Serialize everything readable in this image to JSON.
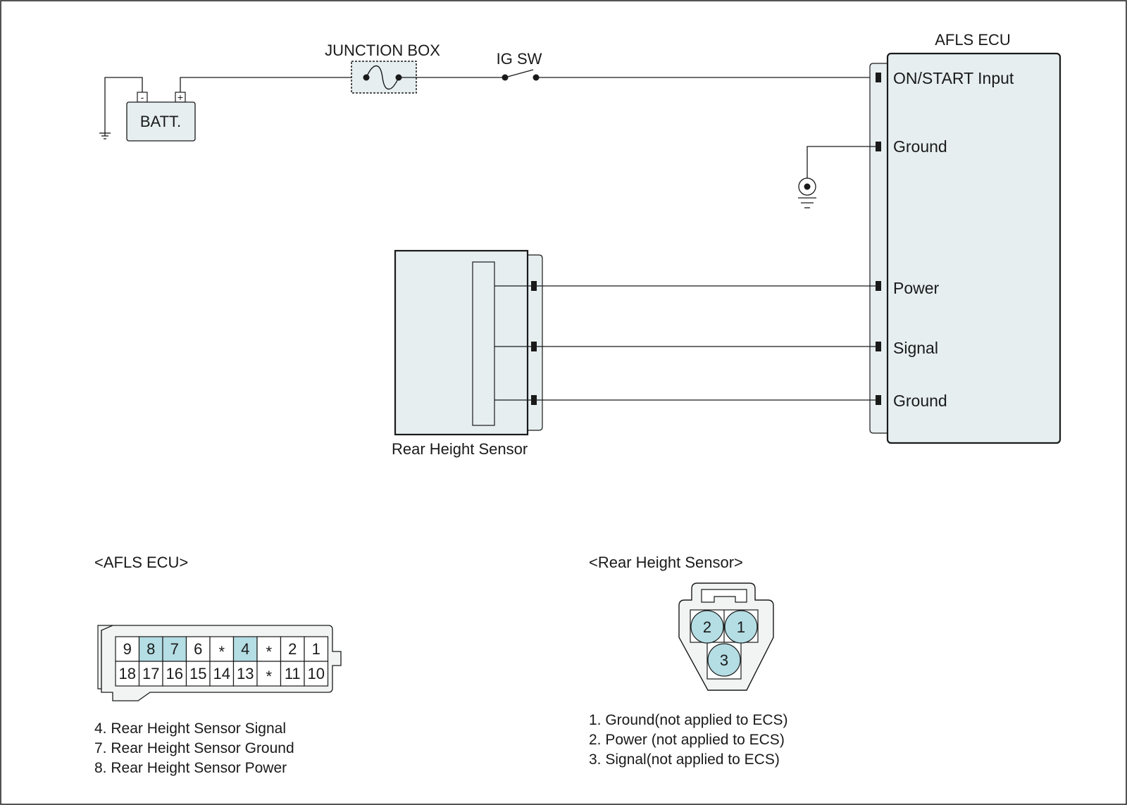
{
  "colors": {
    "line": "#1a1a1a",
    "ecu_fill": "#e6eef0",
    "highlight_pin": "#b4dde4",
    "connector_fill": "#f2f4f4"
  },
  "top": {
    "junction_box": "JUNCTION BOX",
    "ig_sw": "IG SW",
    "battery": "BATT.",
    "batt_neg": "-",
    "batt_pos": "+",
    "ecu_title": "AFLS ECU",
    "ecu_pins": {
      "on_start": "ON/START Input",
      "ground_top": "Ground",
      "power": "Power",
      "signal": "Signal",
      "ground_bottom": "Ground"
    },
    "sensor_label": "Rear Height Sensor"
  },
  "afls_connector": {
    "title": "<AFLS ECU>",
    "row1": [
      "9",
      "8",
      "7",
      "6",
      "*",
      "4",
      "*",
      "2",
      "1"
    ],
    "row2": [
      "18",
      "17",
      "16",
      "15",
      "14",
      "13",
      "*",
      "11",
      "10"
    ],
    "highlighted_row1": [
      1,
      2,
      5
    ],
    "notes": [
      "4.  Rear Height Sensor Signal",
      "7. Rear Height Sensor Ground",
      "8. Rear Height Sensor Power"
    ]
  },
  "sensor_connector": {
    "title": "<Rear Height Sensor>",
    "pins": [
      "2",
      "1",
      "3"
    ],
    "notes": [
      "1. Ground(not applied to ECS)",
      "2. Power (not applied to ECS)",
      "3. Signal(not applied to ECS)"
    ]
  }
}
